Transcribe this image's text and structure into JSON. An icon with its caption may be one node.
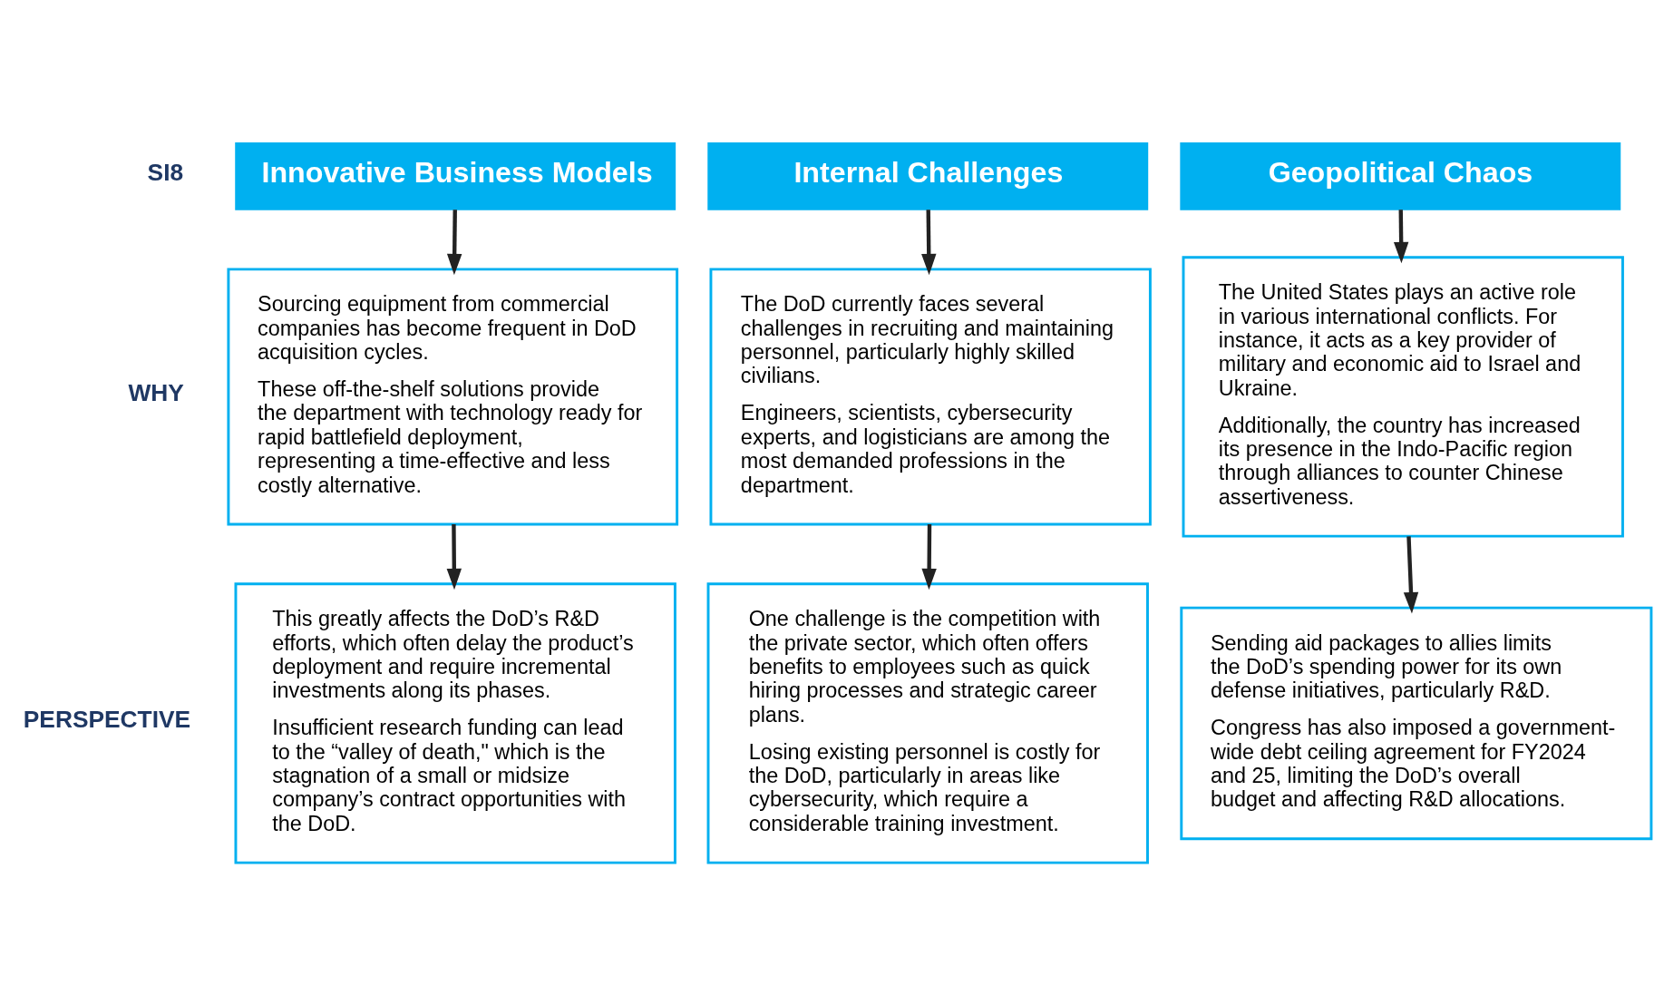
{
  "diagram": {
    "nodes": [
      {
        "text": [
          "Innovative Business Models"
        ]
      },
      {
        "text": [
          "Internal Challenges"
        ]
      },
      {
        "text": [
          "Geopolitical Chaos"
        ]
      },
      {
        "text": [
          "Sourcing equipment from commercial companies has become frequent in DoD acquisition cycles.",
          "These off-the-shelf solutions provide the department with technology ready for rapid battlefield deployment, representing a time-effective and less costly alternative."
        ]
      },
      {
        "text": [
          "The DoD currently faces several challenges in recruiting and maintaining personnel, particularly highly skilled civilians.",
          "Engineers, scientists, cybersecurity experts, and logisticians are among the most demanded professions in the department."
        ]
      },
      {
        "text": [
          "The United States plays an active role in various international conflicts. For instance, it acts as a key provider of military and economic aid to Israel and Ukraine.",
          "Additionally, the country has increased its presence in the Indo-Pacific region through alliances to counter Chinese assertiveness."
        ]
      },
      {
        "text": [
          "This greatly affects the DoD’s R&D efforts, which often delay the product’s deployment and require incremental investments along its phases.",
          "Insufficient research funding can lead to the “valley of death,\" which is the stagnation of a small or midsize company’s contract opportunities with the DoD."
        ]
      },
      {
        "text": [
          "One challenge is the competition with the private sector, which often offers benefits to employees such as quick hiring processes and strategic career plans.",
          "Losing existing personnel is costly for the DoD, particularly in areas like cybersecurity, which require a considerable training investment."
        ]
      },
      {
        "text": [
          "Sending aid packages to allies limits the DoD’s spending power for its own defense initiatives, particularly R&D.",
          "Congress has also imposed a government-wide debt ceiling agreement for FY2024 and 25, limiting the DoD’s overall budget and affecting R&D allocations."
        ]
      }
    ],
    "edges": [
      {
        "from": 0,
        "to": 3,
        "arrow": "to"
      },
      {
        "from": 1,
        "to": 4,
        "arrow": "to"
      },
      {
        "from": 2,
        "to": 5,
        "arrow": "to"
      },
      {
        "from": 3,
        "to": 6,
        "arrow": "to"
      },
      {
        "from": 4,
        "to": 7,
        "arrow": "to"
      },
      {
        "from": 5,
        "to": 8,
        "arrow": "to"
      }
    ],
    "labels": [
      "SI8",
      "WHY",
      "PERSPECTIVE"
    ]
  }
}
